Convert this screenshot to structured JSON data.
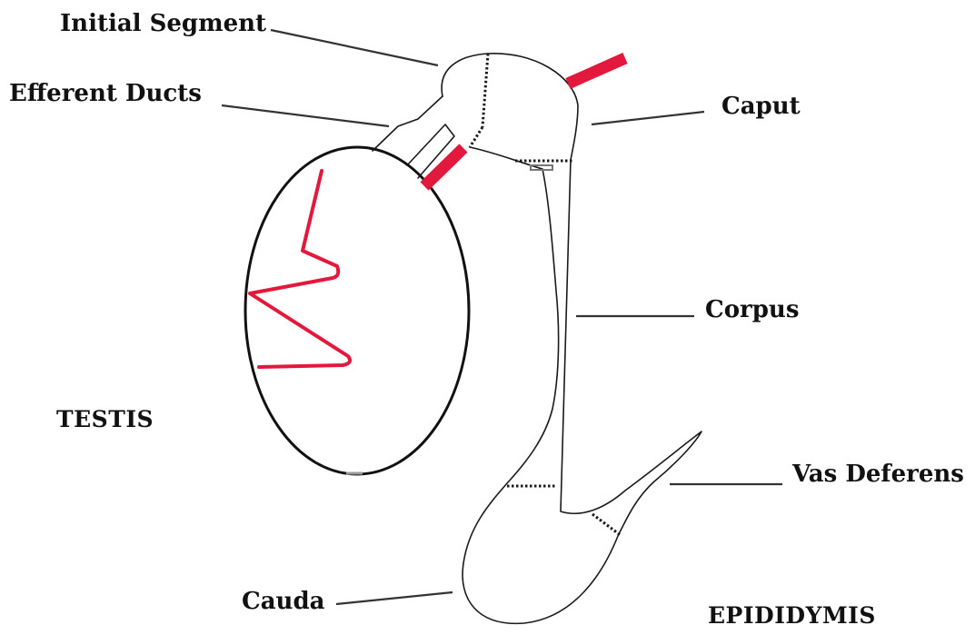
{
  "labels": {
    "initial_segment": "Initial Segment",
    "efferent_ducts": "Efferent Ducts",
    "caput": "Caput",
    "corpus": "Corpus",
    "testis": "TESTIS",
    "vas_deferens": "Vas Deferens",
    "cauda": "Cauda",
    "epididymis": "EPIDIDYMIS"
  },
  "colors": {
    "outline": "#1a1a1a",
    "ligation_red": "#e2183c",
    "background": "#ffffff"
  }
}
